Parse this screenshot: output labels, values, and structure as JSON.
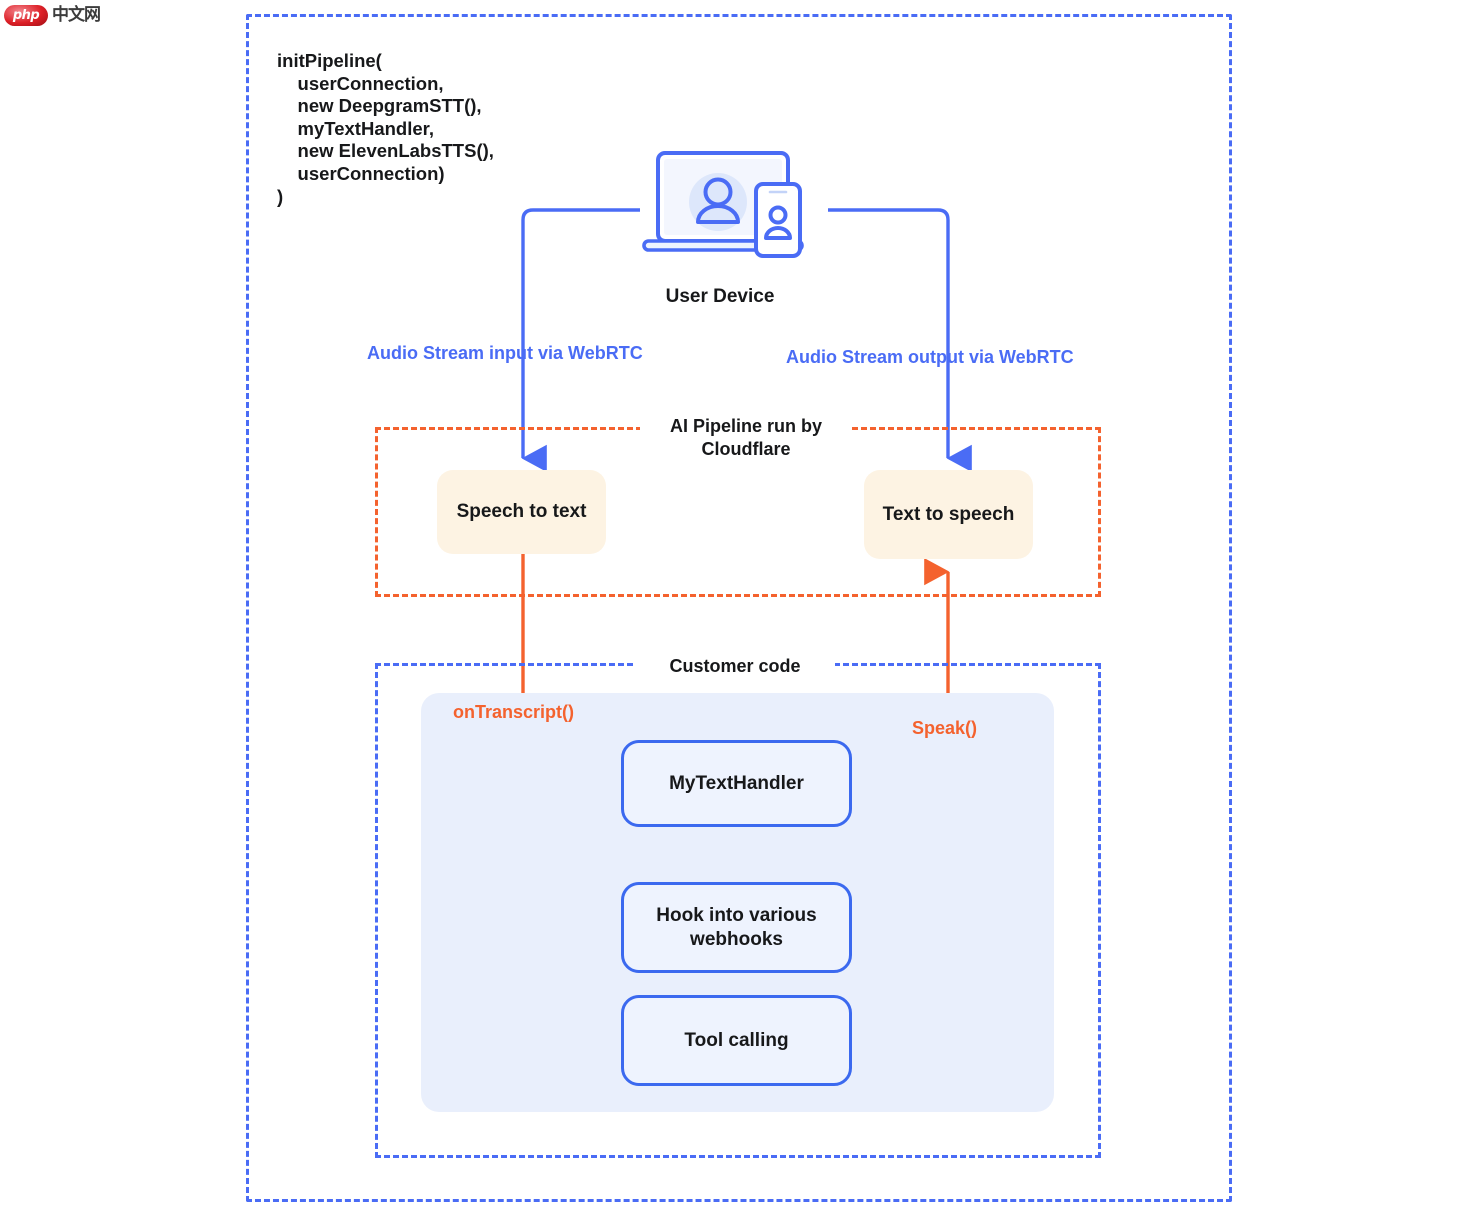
{
  "watermark": {
    "badge": "php",
    "text": "中文网"
  },
  "code_block": "initPipeline(\n    userConnection,\n    new DeepgramSTT(),\n    myTextHandler,\n    new ElevenLabsTTS(),\n    userConnection)\n)",
  "user_device": {
    "label": "User Device",
    "icon": "user-device-laptop-phone-icon"
  },
  "edges": {
    "audio_in": "Audio Stream input via WebRTC",
    "audio_out": "Audio Stream output via WebRTC",
    "on_transcript": "onTranscript()",
    "speak": "Speak()"
  },
  "ai_pipeline": {
    "title": "AI Pipeline run by Cloudflare",
    "nodes": [
      {
        "label": "Speech to text"
      },
      {
        "label": "Text to speech"
      }
    ]
  },
  "customer_code": {
    "title": "Customer code",
    "nodes": [
      {
        "label": "MyTextHandler"
      },
      {
        "label": "Hook into various webhooks"
      },
      {
        "label": "Tool calling"
      }
    ]
  },
  "colors": {
    "blue": "#4a6cf5",
    "blue_stroke": "#3b69ef",
    "orange": "#f4622e",
    "cream": "#fdf3e3",
    "panel_blue": "#e9effc",
    "node_blue_fill": "#eef3fe",
    "dark_arrow": "#2f3033",
    "text": "#17181a"
  }
}
